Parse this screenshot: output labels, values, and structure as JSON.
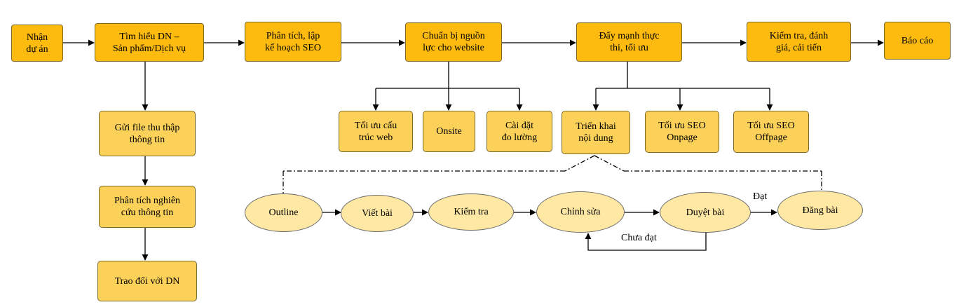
{
  "top_steps": [
    "Nhận\ndự án",
    "Tìm hiểu DN –\nSản phẩm/Dịch vụ",
    "Phân tích, lập\nkế hoạch SEO",
    "Chuẩn bị nguồn\nlực cho website",
    "Đẩy mạnh thực\nthi, tối ưu",
    "Kiểm tra, đánh\ngiá, cải tiến",
    "Báo cáo"
  ],
  "left_branch": [
    "Gửi file thu thập\nthông tin",
    "Phân tích nghiên\ncứu thông tin",
    "Trao đổi với DN"
  ],
  "resource_branch": [
    "Tối ưu cấu\ntrúc web",
    "Onsite",
    "Cài đặt\nđo lường"
  ],
  "execution_branch": [
    "Triển khai\nnội dung",
    "Tối ưu SEO\nOnpage",
    "Tối ưu SEO\nOffpage"
  ],
  "content_flow": [
    "Outline",
    "Viết bài",
    "Kiểm tra",
    "Chỉnh sửa",
    "Duyệt bài",
    "Đăng bài"
  ],
  "edge_labels": {
    "pass": "Đạt",
    "fail": "Chưa đạt"
  }
}
